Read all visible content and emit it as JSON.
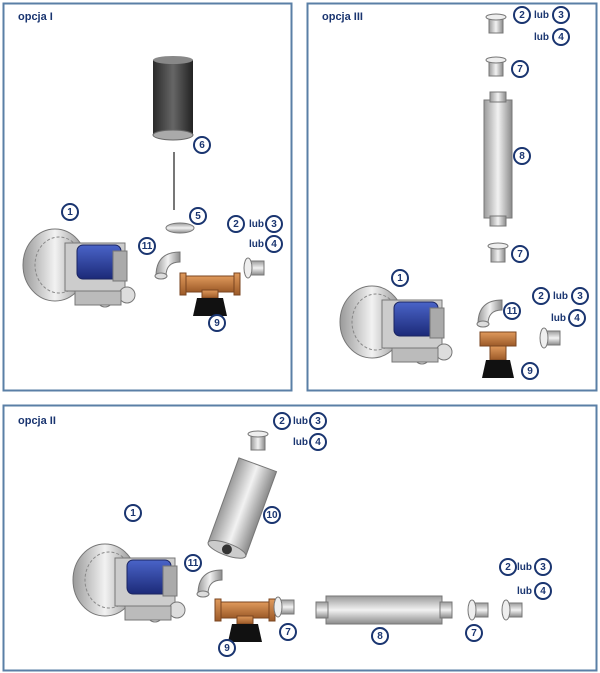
{
  "panels": [
    {
      "title": "opcja I",
      "labels": [
        "1",
        "11",
        "5",
        "6",
        "9",
        "2",
        "3",
        "4"
      ],
      "lub": [
        "lub",
        "lub"
      ]
    },
    {
      "title": "opcja III",
      "labels": [
        "2",
        "3",
        "4",
        "7",
        "8",
        "7",
        "1",
        "2",
        "3",
        "4",
        "11",
        "9"
      ],
      "lub": [
        "lub",
        "lub",
        "lub",
        "lub"
      ]
    },
    {
      "title": "opcja II",
      "labels": [
        "2",
        "3",
        "4",
        "1",
        "10",
        "11",
        "7",
        "8",
        "9",
        "7",
        "2",
        "3",
        "4"
      ],
      "lub": [
        "lub",
        "lub",
        "lub",
        "lub"
      ]
    }
  ],
  "colors": {
    "frame": "#5a7fa6",
    "label": "#1a3570",
    "motor": "#2a3f9e",
    "copper": "#c0763a"
  }
}
